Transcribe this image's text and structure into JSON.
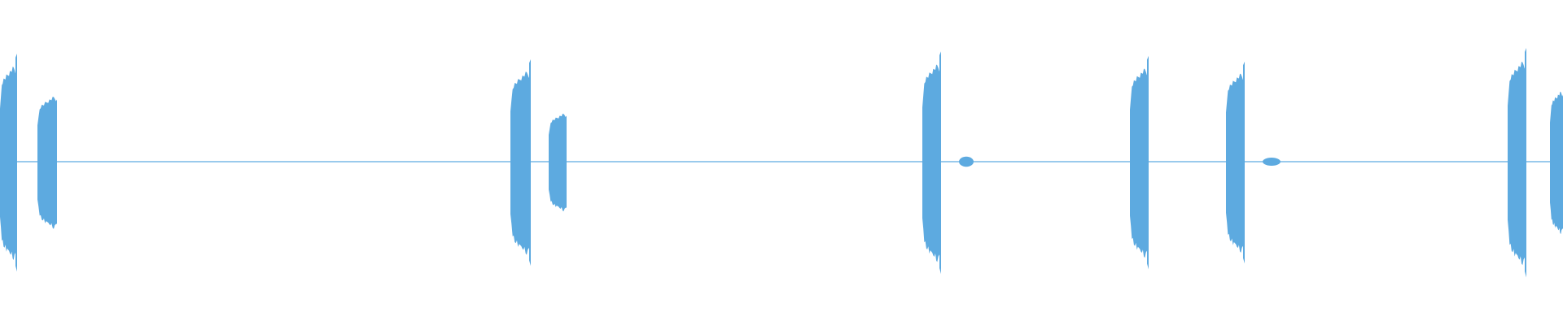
{
  "waveform": {
    "color": "#5DAAE0",
    "background": "#FFFFFF",
    "segments": [
      {
        "kind": "burst",
        "peak": 0.95
      },
      {
        "kind": "burst",
        "peak": 0.65
      },
      {
        "kind": "burst",
        "peak": 0.9
      },
      {
        "kind": "burst",
        "peak": 0.48
      },
      {
        "kind": "burst",
        "peak": 0.97
      },
      {
        "kind": "blip",
        "peak": 0.05
      },
      {
        "kind": "burst",
        "peak": 0.93
      },
      {
        "kind": "burst",
        "peak": 0.88
      },
      {
        "kind": "blip",
        "peak": 0.04
      },
      {
        "kind": "burst",
        "peak": 1.0
      },
      {
        "kind": "burst",
        "peak": 0.7
      }
    ]
  }
}
